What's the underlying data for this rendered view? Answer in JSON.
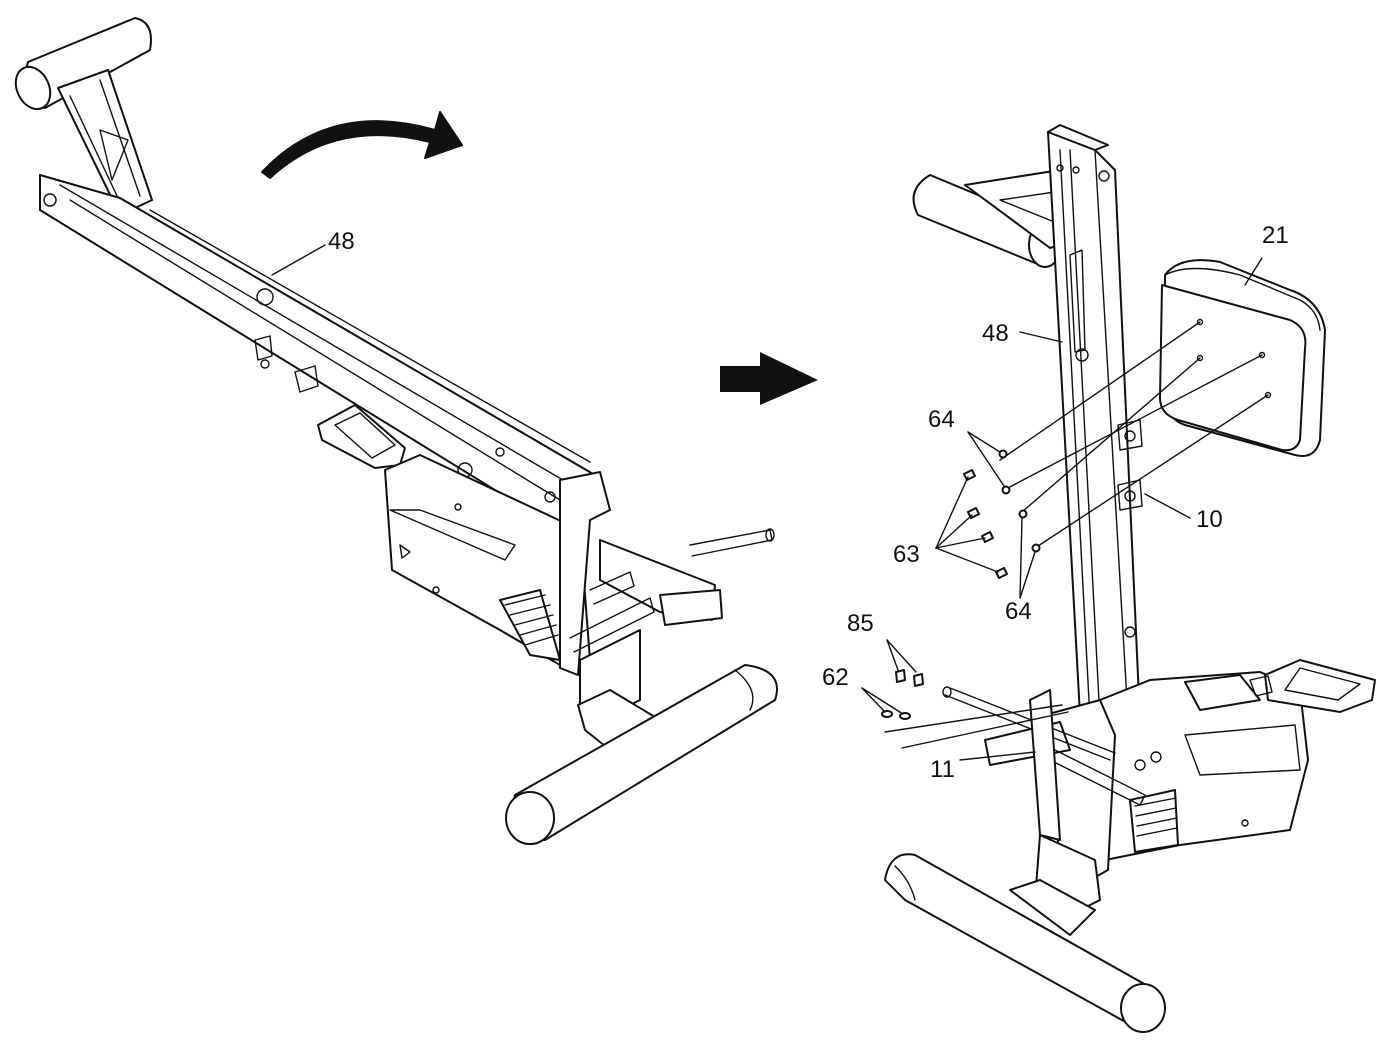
{
  "part_labels": {
    "rail_left": "48",
    "rail_right": "48",
    "seat": "21",
    "bracket": "10",
    "screw_upper": "64",
    "screw_lower": "64",
    "bolt": "63",
    "washer": "62",
    "nut": "85",
    "hinge_pin": "11"
  },
  "colors": {
    "line": "#111111",
    "background": "#ffffff"
  },
  "icons": {
    "rotate_arrow": "curved-arrow-icon",
    "step_arrow": "right-arrow-icon"
  }
}
